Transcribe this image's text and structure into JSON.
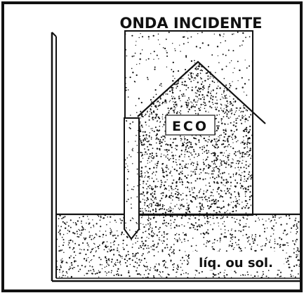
{
  "labels": {
    "incident_wave": "ONDA INCIDENTE",
    "echo": "ECO",
    "medium": "líq. ou sol."
  },
  "colors": {
    "ink": "#111111",
    "paper": "#ffffff"
  }
}
